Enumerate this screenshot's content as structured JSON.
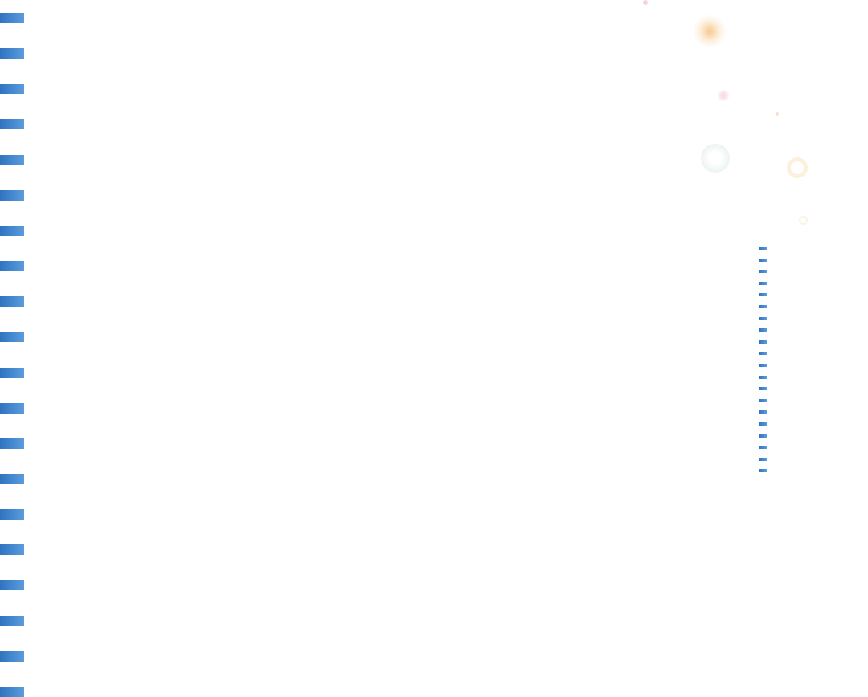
{
  "left_strip": {
    "count": 20,
    "color": "#3a7fcb"
  },
  "right_strip": {
    "count": 20,
    "color": "#3a7fcb"
  },
  "decorations": [
    {
      "name": "orange-glow-dot",
      "color": "#f6c98f"
    },
    {
      "name": "pink-dot",
      "color": "#f5c6d6"
    },
    {
      "name": "teal-ring",
      "color": "#e6f0f0"
    },
    {
      "name": "yellow-ring",
      "color": "#fbecd0"
    }
  ]
}
